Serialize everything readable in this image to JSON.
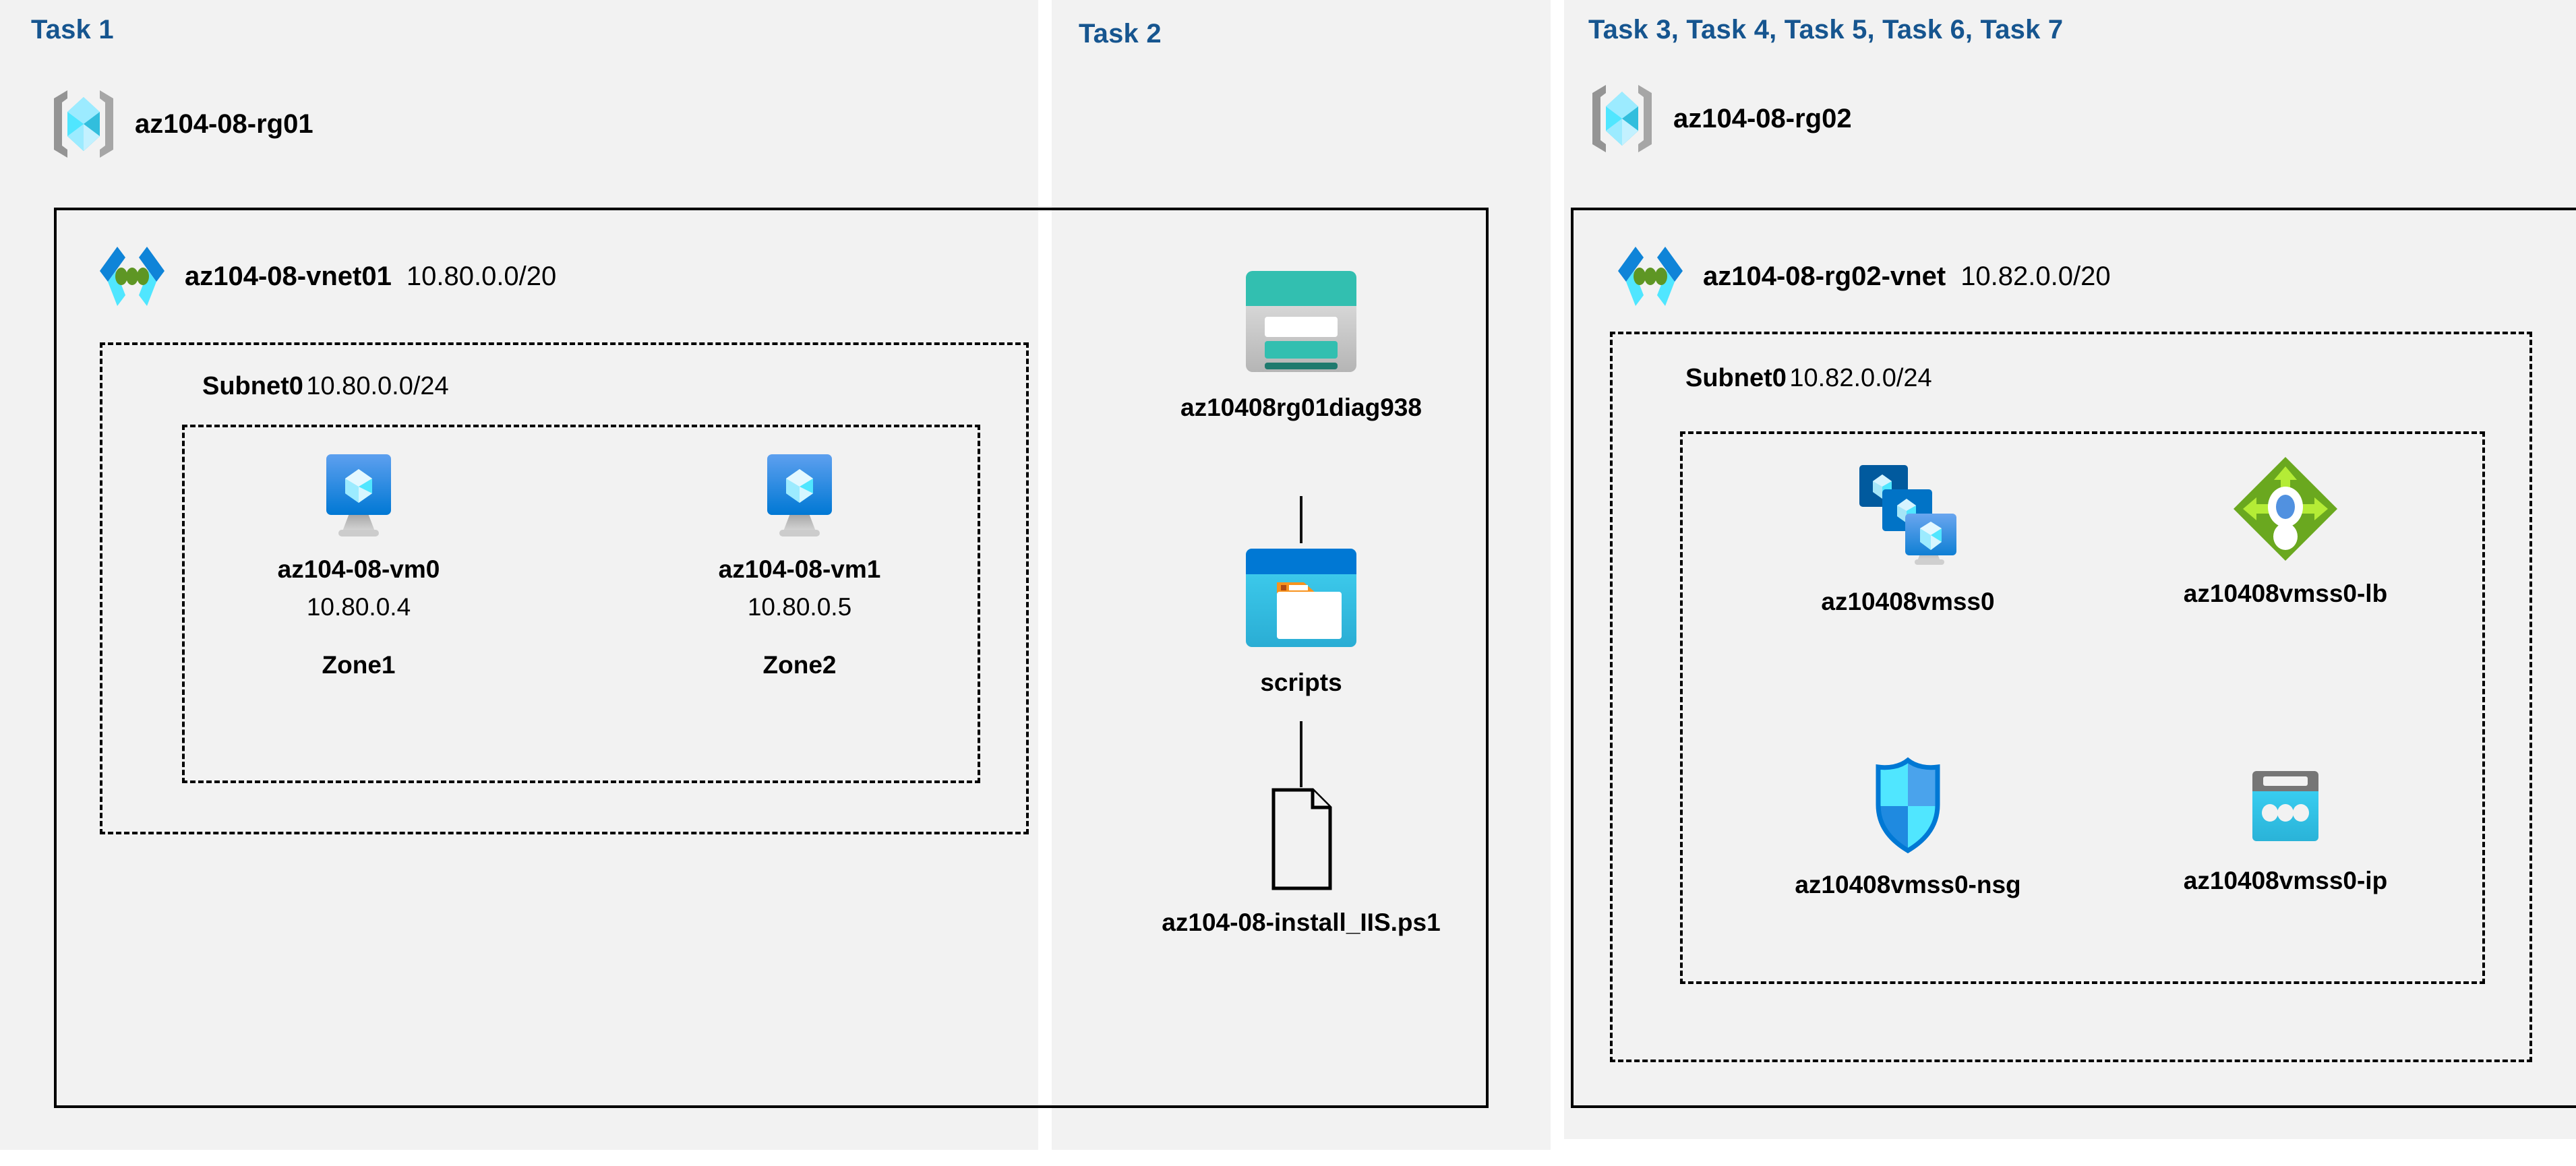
{
  "panels": {
    "task1": {
      "title": "Task 1"
    },
    "task2": {
      "title": "Task 2"
    },
    "task3": {
      "title": "Task 3, Task 4, Task 5, Task 6, Task 7"
    }
  },
  "colors": {
    "task_title": "#16558f",
    "panel_bg": "#f2f2f2",
    "page_bg": "#ffffff",
    "border": "#000000",
    "vm_blue_dark": "#0078d4",
    "vm_blue_light": "#5ea0ef",
    "cube_cyan": "#50e6ff",
    "cube_pale": "#c3f1ff",
    "rg_bracket_gray": "#949494",
    "vnet_blue": "#0078d4",
    "vnet_cyan": "#50e6ff",
    "vnet_dot_green": "#5e9624",
    "storage_teal": "#32bfb0",
    "storage_teal_dark": "#1f7a6e",
    "storage_gray": "#c8c8c8",
    "blob_top_blue": "#0078d4",
    "blob_body_cyan": "#32bedd",
    "tag_orange": "#f7931e",
    "lb_green": "#6aa81f",
    "lb_arrow_green": "#b4ec36",
    "lb_center_blue": "#5191e0",
    "nsg_outline": "#0078d4",
    "nsg_cyan": "#50e6ff",
    "nsg_blue": "#3b96e8",
    "ip_gray": "#767676",
    "ip_cyan": "#32bedd"
  },
  "task1": {
    "resource_group": {
      "label": "az104-08-rg01",
      "icon": "resource-group-icon"
    },
    "vnet": {
      "name": "az104-08-vnet01",
      "cidr": "10.80.0.0/20",
      "icon": "virtual-network-icon"
    },
    "subnet": {
      "name": "Subnet0",
      "cidr": "10.80.0.0/24"
    },
    "vms": [
      {
        "label": "az104-08-vm0",
        "ip": "10.80.0.4",
        "zone": "Zone1",
        "icon": "virtual-machine-icon"
      },
      {
        "label": "az104-08-vm1",
        "ip": "10.80.0.5",
        "zone": "Zone2",
        "icon": "virtual-machine-icon"
      }
    ]
  },
  "task2": {
    "nodes": [
      {
        "label": "az10408rg01diag938",
        "icon": "storage-account-icon"
      },
      {
        "label": "scripts",
        "icon": "blob-container-icon"
      },
      {
        "label": "az104-08-install_IIS.ps1",
        "icon": "file-icon"
      }
    ]
  },
  "task3": {
    "resource_group": {
      "label": "az104-08-rg02",
      "icon": "resource-group-icon"
    },
    "vnet": {
      "name": "az104-08-rg02-vnet",
      "cidr": "10.82.0.0/20",
      "icon": "virtual-network-icon"
    },
    "subnet": {
      "name": "Subnet0",
      "cidr": "10.82.0.0/24"
    },
    "resources": [
      {
        "label": "az10408vmss0",
        "icon": "vm-scale-set-icon"
      },
      {
        "label": "az10408vmss0-lb",
        "icon": "load-balancer-icon"
      },
      {
        "label": "az10408vmss0-nsg",
        "icon": "network-security-group-icon"
      },
      {
        "label": "az10408vmss0-ip",
        "icon": "public-ip-address-icon"
      }
    ]
  }
}
